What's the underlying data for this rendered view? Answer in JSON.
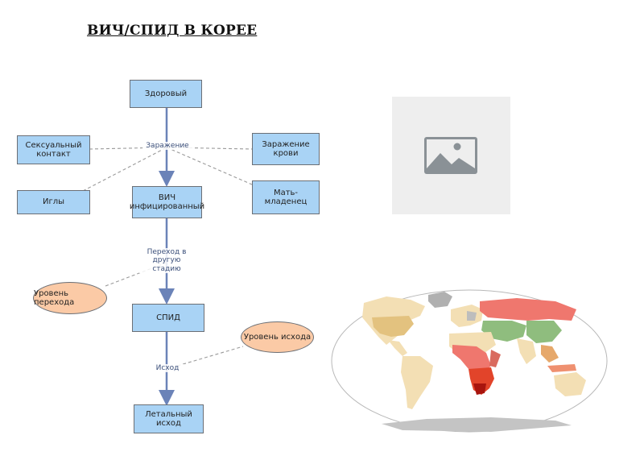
{
  "title": "ВИЧ/СПИД В КОРЕЕ",
  "nodes": {
    "healthy": "Здоровый",
    "sexual": "Сексуальный контакт",
    "needles": "Иглы",
    "blood": "Заражение крови",
    "mother": "Мать-младенец",
    "hiv": "ВИЧ инфицированный",
    "aids": "СПИД",
    "death": "Летальный исход"
  },
  "edge_labels": {
    "infection": "Заражение",
    "transition": "Переход в другую стадию",
    "outcome": "Исход"
  },
  "ovals": {
    "transition_level": "Уровень перехода",
    "outcome_level": "Уровень исхода"
  },
  "colors": {
    "box": "#a9d3f5",
    "oval": "#fbcaa6",
    "arrow": "#6b83b8"
  },
  "icons": {
    "image_placeholder": "image-icon",
    "world_map": "world-map"
  }
}
